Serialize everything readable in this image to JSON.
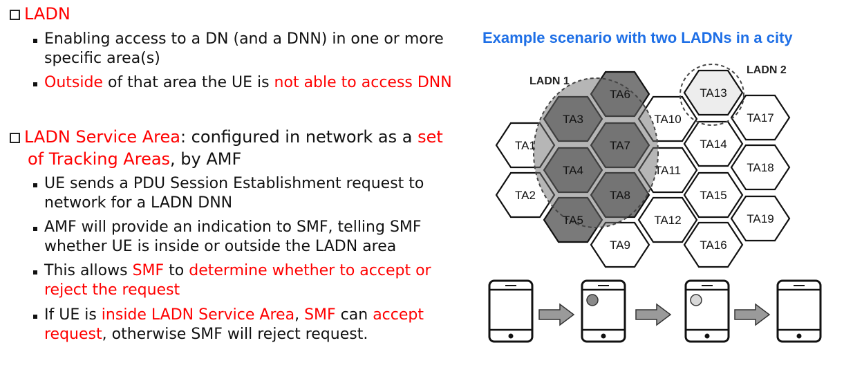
{
  "left": {
    "h1": {
      "text": "LADN"
    },
    "h1_b1_l1": "Enabling access to a DN (and a DNN) in one or more",
    "h1_b1_l2": "specific area(s)",
    "h1_b2": {
      "p1": "Outside",
      "p2": " of that area the UE is ",
      "p3": "not able to access DNN"
    },
    "h2_l1": {
      "p1": "LADN Service Area",
      "p2": ": configured in network as a ",
      "p3": "set"
    },
    "h2_l2": {
      "p1": "of Tracking Areas",
      "p2": ", by AMF"
    },
    "b3_l1": "UE sends a PDU Session Establishment request to",
    "b3_l2": "network for a LADN DNN",
    "b4_l1": "AMF will provide an indication to SMF, telling SMF",
    "b4_l2": "whether UE is inside or outside the LADN area",
    "b5_l1": {
      "p1": "This allows ",
      "p2": "SMF",
      "p3": " to ",
      "p4": "determine whether to accept or"
    },
    "b5_l2": "reject the request",
    "b6_l1": {
      "p1": "If UE is ",
      "p2": "inside LADN Service Area",
      "p3": ", ",
      "p4": "SMF",
      "p5": " can ",
      "p6": "accept"
    },
    "b6_l2": {
      "p1": "request",
      "p2": ", otherwise SMF will reject request."
    }
  },
  "diagram": {
    "title": "Example scenario with two LADNs in a city",
    "ladn1_label": "LADN 1",
    "ladn2_label": "LADN 2",
    "cells": [
      "TA1",
      "TA2",
      "TA3",
      "TA4",
      "TA5",
      "TA6",
      "TA7",
      "TA8",
      "TA9",
      "TA10",
      "TA11",
      "TA12",
      "TA13",
      "TA14",
      "TA15",
      "TA16",
      "TA17",
      "TA18",
      "TA19"
    ],
    "ladn1_cells": [
      "TA3",
      "TA4",
      "TA5",
      "TA6",
      "TA7",
      "TA8"
    ],
    "ladn2_cells": [
      "TA13"
    ],
    "colors": {
      "title": "#1e6fe6",
      "emphasis": "#ff0000",
      "ladn1_fill": "#7a7a7a",
      "ladn2_fill": "#ededed",
      "arrow": "#9a9a9a"
    },
    "phones": [
      {
        "dot": "none"
      },
      {
        "dot": "dark"
      },
      {
        "dot": "light"
      },
      {
        "dot": "none"
      }
    ]
  }
}
